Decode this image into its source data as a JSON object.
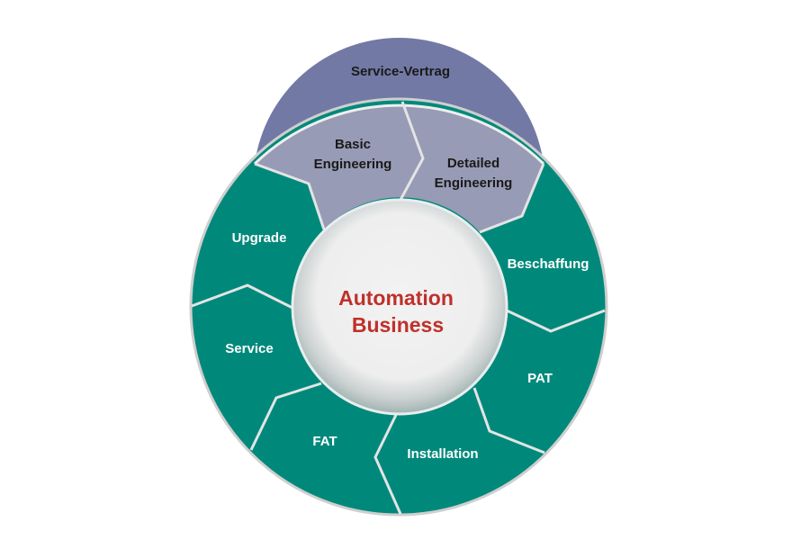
{
  "colors": {
    "dome": "#7279a5",
    "engineering": "#979bb5",
    "cycle": "#00897b",
    "center_text": "#c0302a",
    "divider": "#e4e4e4"
  },
  "dome": {
    "label": "Service-Vertrag"
  },
  "segments": [
    {
      "lines": [
        "Basic",
        "Engineering"
      ]
    },
    {
      "lines": [
        "Detailed",
        "Engineering"
      ]
    },
    {
      "lines": [
        "Beschaffung"
      ]
    },
    {
      "lines": [
        "PAT"
      ]
    },
    {
      "lines": [
        "Installation"
      ]
    },
    {
      "lines": [
        "FAT"
      ]
    },
    {
      "lines": [
        "Service"
      ]
    },
    {
      "lines": [
        "Upgrade"
      ]
    }
  ],
  "center": {
    "lines": [
      "Automation",
      "Business"
    ]
  }
}
